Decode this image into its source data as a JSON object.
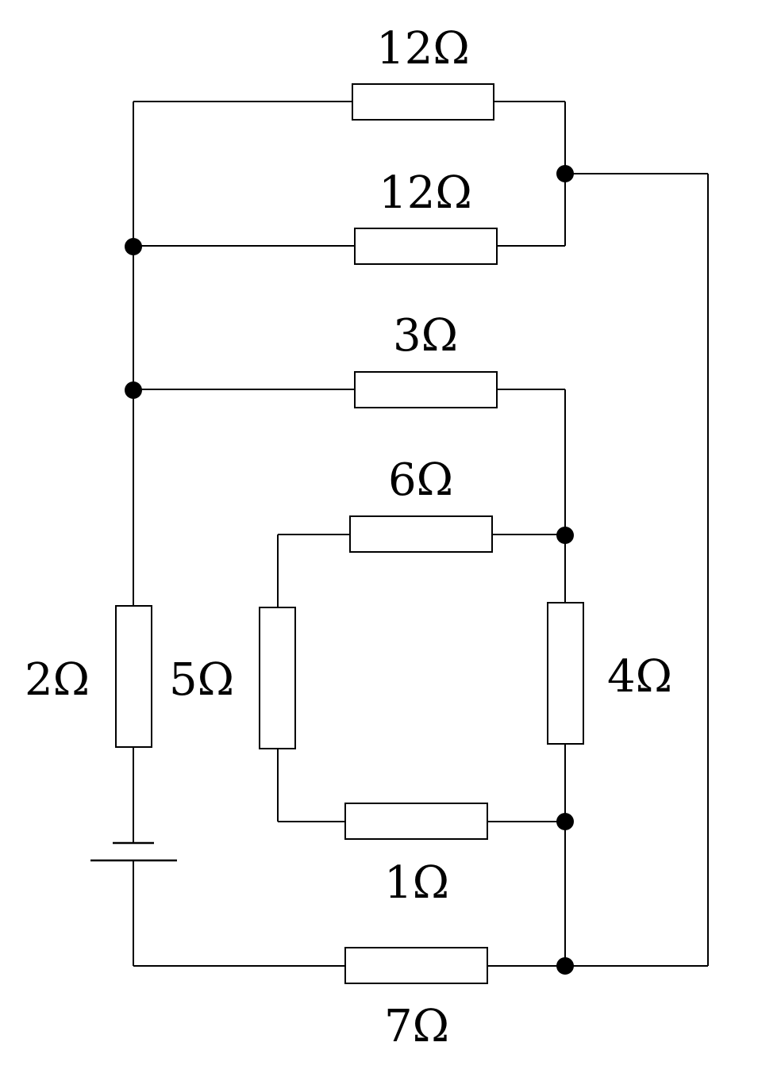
{
  "labels": {
    "r_top": "12Ω",
    "r_second": "12Ω",
    "r_3": "3Ω",
    "r_6": "6Ω",
    "r_left_vertical": "5Ω",
    "r_right_vertical": "4Ω",
    "r_1": "1Ω",
    "r_7": "7Ω",
    "internal_resistance": "2Ω"
  }
}
